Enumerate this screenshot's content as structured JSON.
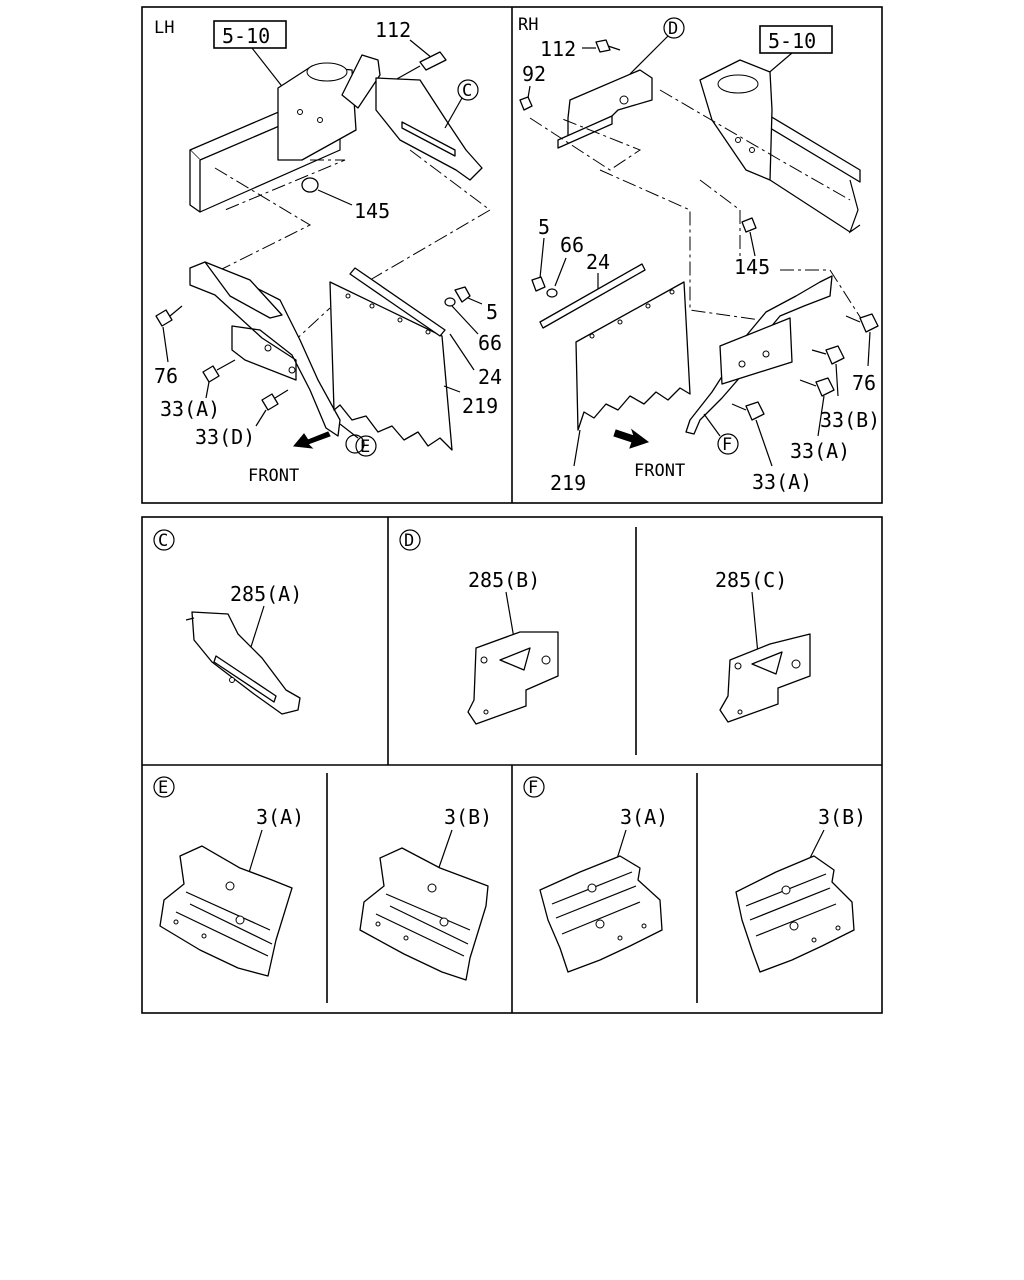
{
  "lh_panel": {
    "side": "LH",
    "ref": "5-10",
    "front": "FRONT",
    "callouts": [
      "112",
      "145",
      "5",
      "66",
      "24",
      "219",
      "76",
      "33(A)",
      "33(D)"
    ],
    "ref_c": "C",
    "ref_e": "E"
  },
  "rh_panel": {
    "side": "RH",
    "ref": "5-10",
    "front": "FRONT",
    "callouts": [
      "112",
      "92",
      "5",
      "66",
      "24",
      "145",
      "76",
      "33(B)",
      "33(A)",
      "33(A)",
      "219"
    ],
    "ref_d": "D",
    "ref_f": "F"
  },
  "detail_c": {
    "marker": "C",
    "part": "285(A)"
  },
  "detail_d": {
    "marker": "D",
    "parts": [
      "285(B)",
      "285(C)"
    ]
  },
  "detail_e": {
    "marker": "E",
    "parts": [
      "3(A)",
      "3(B)"
    ]
  },
  "detail_f": {
    "marker": "F",
    "parts": [
      "3(A)",
      "3(B)"
    ]
  }
}
